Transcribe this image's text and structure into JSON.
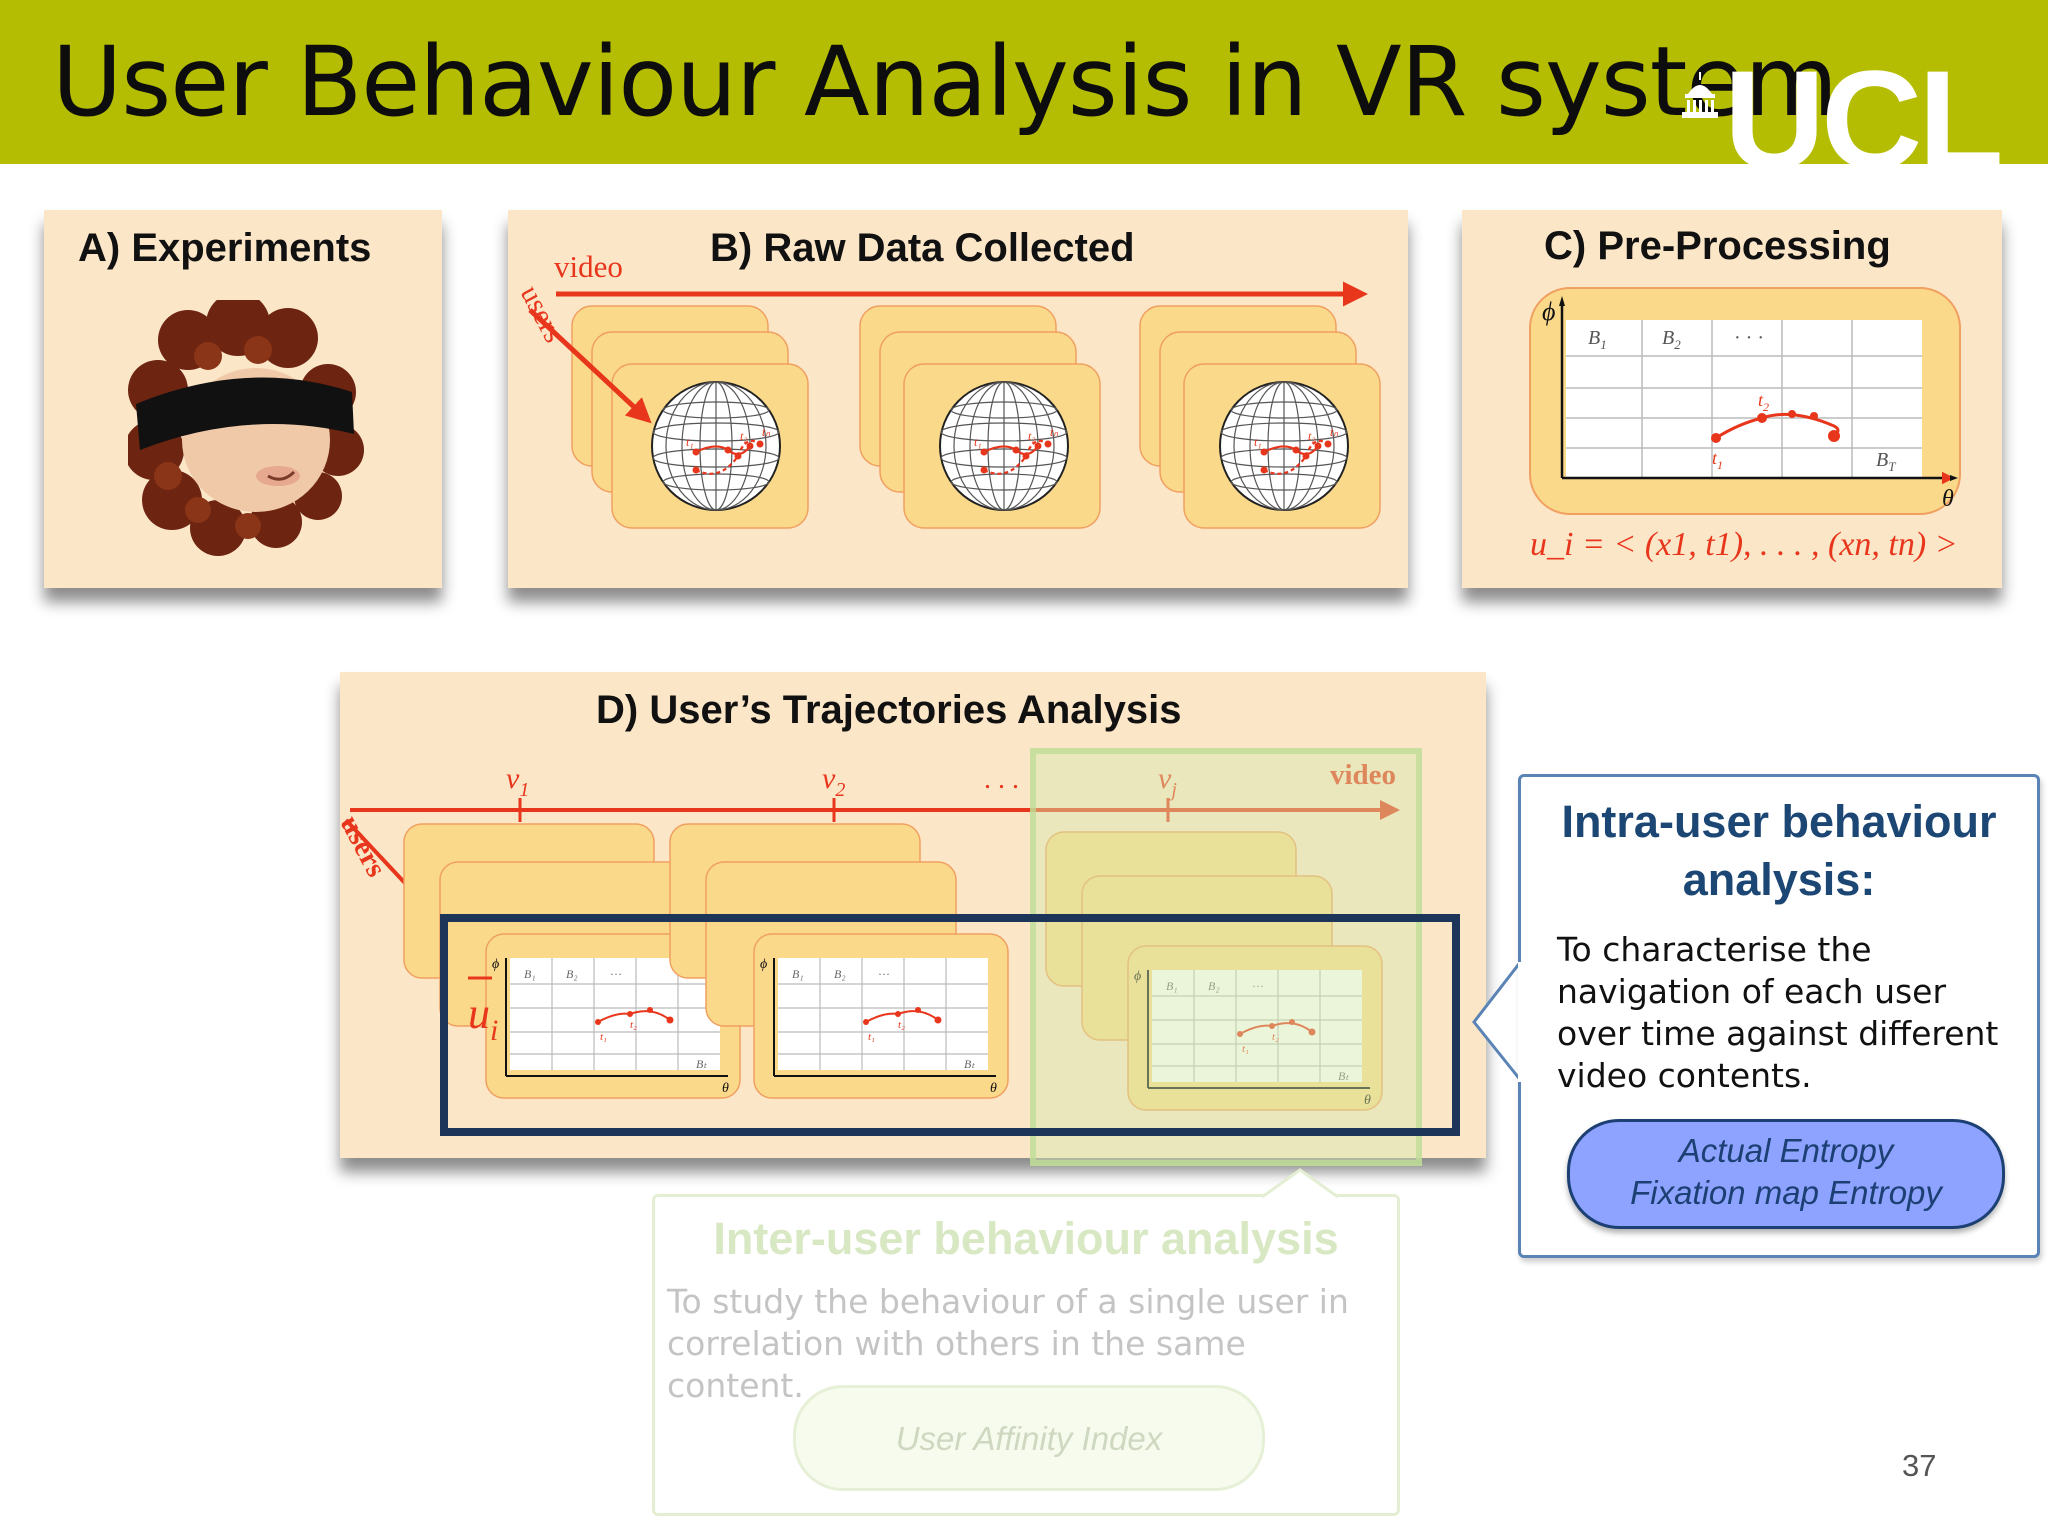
{
  "header": {
    "title": "User Behaviour Analysis in VR system",
    "logo": "UCL",
    "background_color": "#b5bd02"
  },
  "panels": {
    "a": {
      "title": "A)  Experiments",
      "image": "memoji-avatar-with-vr-headset"
    },
    "b": {
      "title": "B)  Raw Data Collected",
      "axis_video": "video",
      "axis_users": "users",
      "sphere_labels": [
        "t1",
        "t2",
        "tN"
      ]
    },
    "c": {
      "title": "C) Pre-Processing",
      "phi": "ϕ",
      "theta": "θ",
      "b1": "B",
      "b1_sub": "1",
      "b2": "B",
      "b2_sub": "2",
      "dots": "· · ·",
      "bt": "B",
      "bt_sub": "T",
      "t1": "t",
      "t1_sub": "1",
      "t2": "t",
      "t2_sub": "2",
      "formula": "u_i = < (x1, t1), . . . , (xn, tn) >"
    },
    "d": {
      "title": "D) User’s Trajectories Analysis",
      "v1": "v",
      "v1_sub": "1",
      "v2": "v",
      "v2_sub": "2",
      "vj": "v",
      "vj_sub": "j",
      "ellipsis": ". . .",
      "axis_video": "video",
      "axis_users": "users",
      "ui": "u",
      "ui_sub": "i"
    }
  },
  "intra": {
    "title": "Intra-user behaviour analysis:",
    "body": "To characterise the navigation of each user over time against different video contents.",
    "metric1": "Actual Entropy",
    "metric2": "Fixation map Entropy"
  },
  "inter": {
    "title": "Inter-user behaviour analysis",
    "body": "To study the behaviour of a single user in correlation with others in the same content.",
    "metric": "User Affinity Index"
  },
  "page_number": "37",
  "colors": {
    "accent_red": "#e8361c",
    "card_fill": "#fbd98a",
    "panel_fill": "#fce6c8",
    "navy": "#1d3559",
    "intra_blue": "#1c4774"
  }
}
